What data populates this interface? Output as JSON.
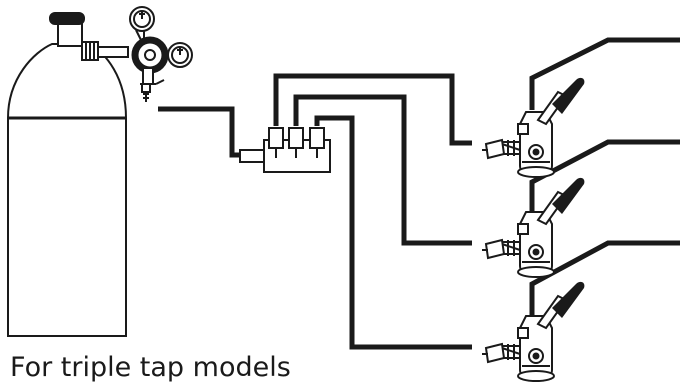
{
  "caption": "For triple tap models",
  "components": {
    "cylinder": "co2-cylinder",
    "regulator": "dual-gauge-regulator",
    "manifold": "three-way-gas-manifold",
    "couplers": [
      "keg-coupler",
      "keg-coupler",
      "keg-coupler"
    ]
  },
  "colors": {
    "line": "#1a1a1a",
    "fill": "#ffffff",
    "background": "#ffffff"
  }
}
